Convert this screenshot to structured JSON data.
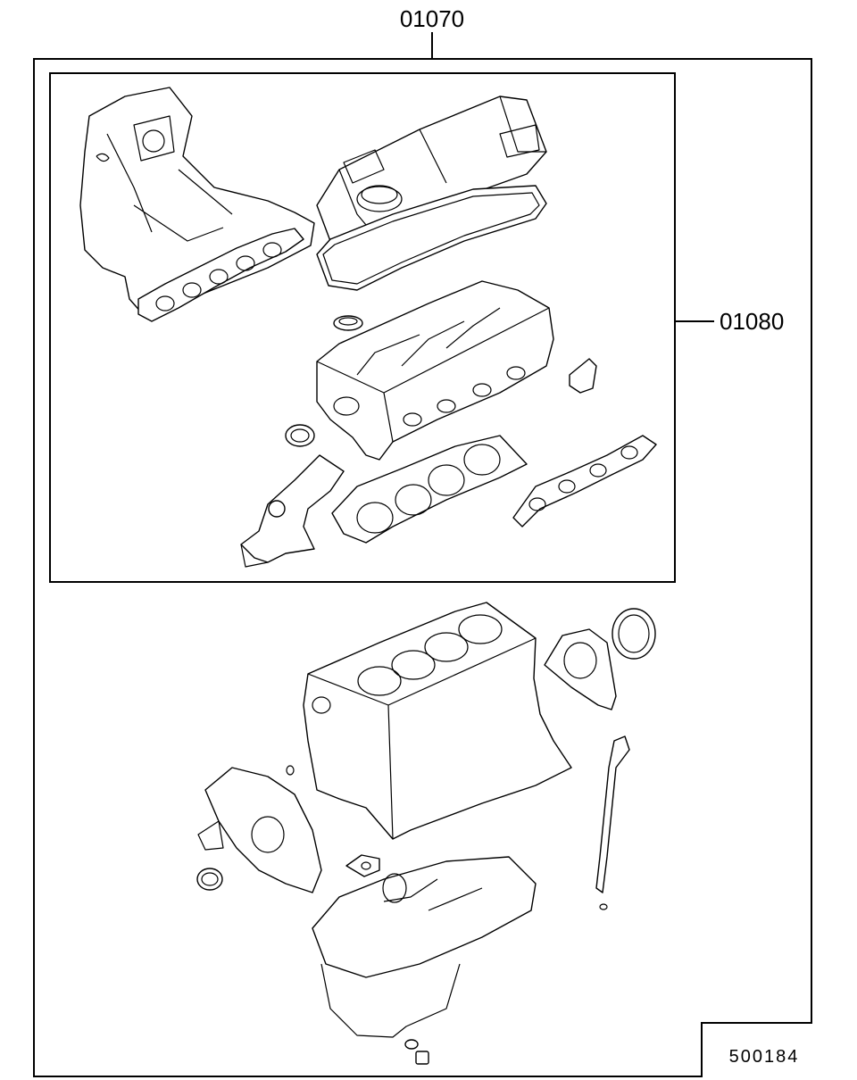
{
  "labels": {
    "overall_kit": "01070",
    "top_kit": "01080",
    "drawing_number": "500184"
  }
}
